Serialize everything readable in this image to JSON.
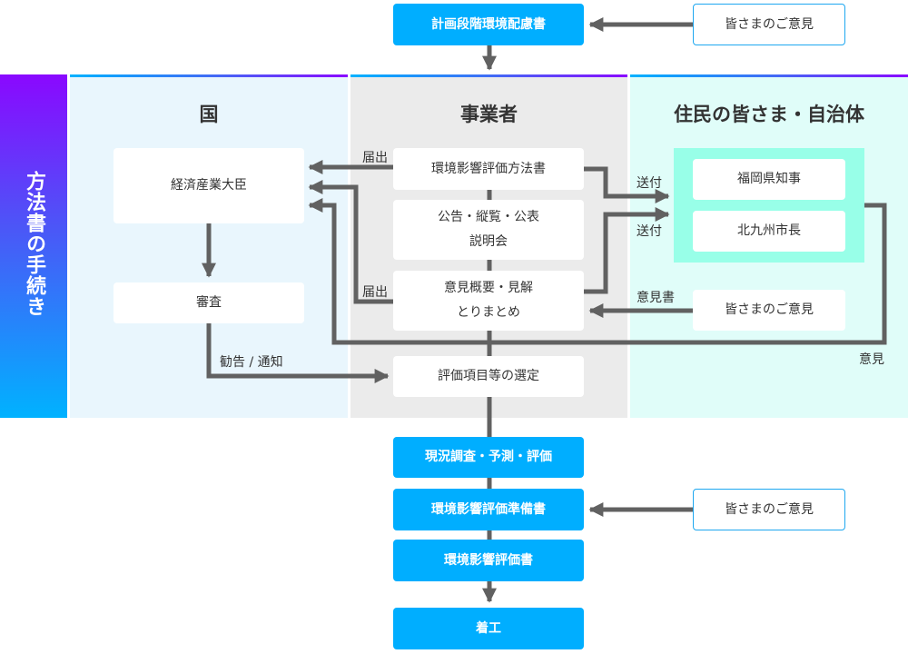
{
  "side_label": "方法書の手続き",
  "columns": {
    "kuni": "国",
    "jigyosha": "事業者",
    "jumin": "住民の皆さま・自治体"
  },
  "top": {
    "hairyo": "計画段階環境配慮書",
    "iken": "皆さまのご意見"
  },
  "kuni": {
    "daijin": "経済産業大臣",
    "shinsa": "審査",
    "kankoku": "勧告 / 通知"
  },
  "jigyosha": {
    "hohosho": "環境影響評価方法書",
    "kokoku_line1": "公告・縦覧・公表",
    "kokoku_line2": "説明会",
    "iken_line1": "意見概要・見解",
    "iken_line2": "とりまとめ",
    "sentei": "評価項目等の選定",
    "todokede1": "届出",
    "todokede2": "届出"
  },
  "jumin": {
    "chiji": "福岡県知事",
    "shicho": "北九州市長",
    "iken": "皆さまのご意見",
    "sofu1": "送付",
    "sofu2": "送付",
    "ikensho": "意見書",
    "iken_label": "意見"
  },
  "bottom": {
    "chosa": "現況調査・予測・評価",
    "junbisho": "環境影響評価準備書",
    "hyokasho": "環境影響評価書",
    "chakko": "着工",
    "iken": "皆さまのご意見"
  },
  "colors": {
    "primary_blue": "#00aeff",
    "arrow_gray": "#616161",
    "teal_group": "#98ffe8",
    "gradient_top": "#8a08ff",
    "gradient_bottom": "#00b2ff"
  }
}
